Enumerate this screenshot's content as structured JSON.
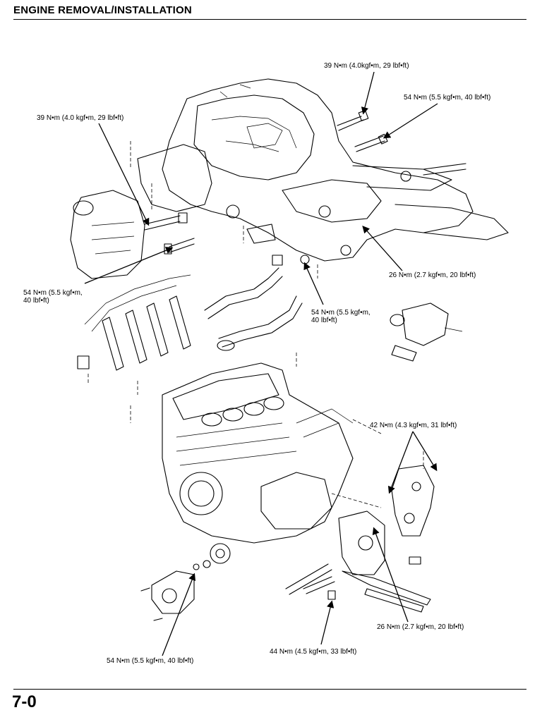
{
  "header": {
    "title": "ENGINE REMOVAL/INSTALLATION"
  },
  "footer": {
    "page_number": "7-0"
  },
  "callouts": {
    "frame_top_bolt": "39 N•m (4.0kgf•m, 29 lbf•ft)",
    "frame_right_bolt": "54 N•m (5.5 kgf•m, 40 lbf•ft)",
    "frame_left_bolt": "39 N•m (4.0 kgf•m, 29 lbf•ft)",
    "left_mount_bolt": "54 N•m (5.5 kgf•m,\n40 lbf•ft)",
    "rear_upper_nut": "26 N•m (2.7 kgf•m, 20 lbf•ft)",
    "center_mount_bolt": "54 N•m (5.5 kgf•m,\n40 lbf•ft)",
    "bracket_nuts": "42 N•m (4.3 kgf•m, 31 lbf•ft)",
    "rear_lower_nut": "26 N•m (2.7 kgf•m, 20 lbf•ft)",
    "lower_pivot_bolt": "44 N•m (4.5 kgf•m, 33 lbf•ft)",
    "sprocket_cover_bolt": "54 N•m (5.5 kgf•m, 40 lbf•ft)"
  }
}
